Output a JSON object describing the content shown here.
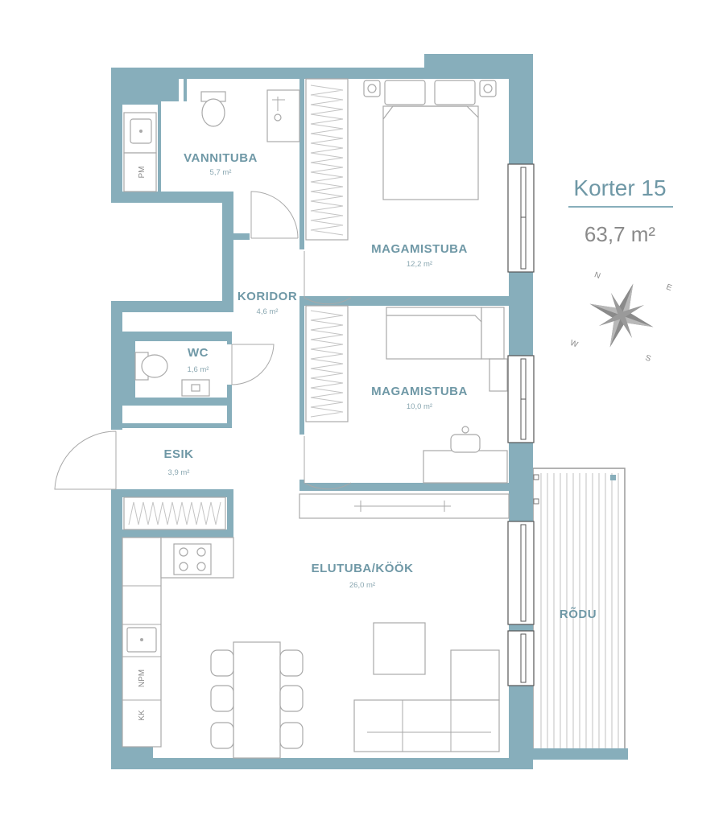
{
  "apartment": {
    "title": "Korter 15",
    "area": "63,7 m²"
  },
  "rooms": {
    "bathroom": {
      "name": "VANNITUBA",
      "area": "5,7 m²"
    },
    "bedroom1": {
      "name": "MAGAMISTUBA",
      "area": "12,2 m²"
    },
    "corridor": {
      "name": "KORIDOR",
      "area": "4,6 m²"
    },
    "wc": {
      "name": "WC",
      "area": "1,6 m²"
    },
    "bedroom2": {
      "name": "MAGAMISTUBA",
      "area": "10,0 m²"
    },
    "entry": {
      "name": "ESIK",
      "area": "3,9 m²"
    },
    "living": {
      "name": "ELUTUBA/KÖÖK",
      "area": "26,0 m²"
    },
    "balcony": {
      "name": "RÕDU"
    }
  },
  "labels": {
    "pm": "PM",
    "npm": "NPM",
    "kk": "KK"
  },
  "compass": {
    "n": "N",
    "e": "E",
    "s": "S",
    "w": "W"
  },
  "colors": {
    "wall": "#87aebb",
    "accent": "#6f98a6",
    "furniture": "#a9a9a9"
  }
}
